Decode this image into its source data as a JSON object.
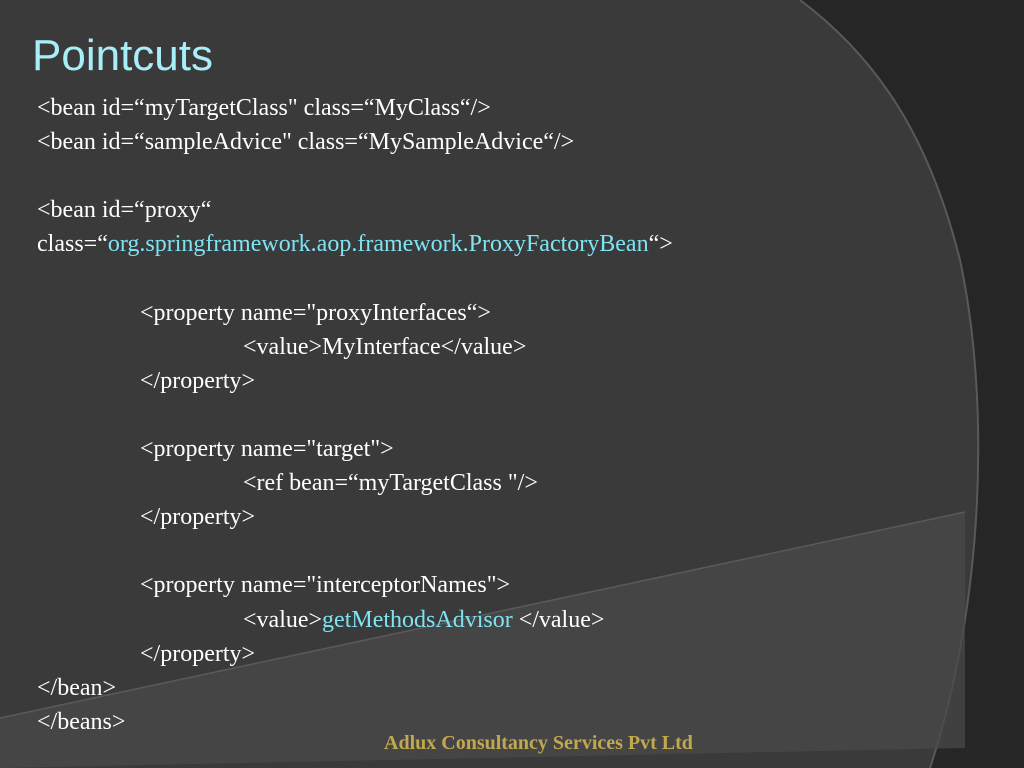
{
  "slide": {
    "title": "Pointcuts",
    "footer": "Adlux Consultancy Services Pvt Ltd"
  },
  "code": {
    "line1": "<bean id=“myTargetClass\" class=“MyClass“/>",
    "line2": "<bean id=“sampleAdvice\" class=“MySampleAdvice“/>",
    "line3": "<bean id=“proxy“",
    "line4_prefix": "class=“",
    "line4_class": "org.springframework.aop.framework.ProxyFactoryBean",
    "line4_suffix": "“>",
    "line5": "<property name=\"proxyInterfaces“>",
    "line6": "<value>MyInterface</value>",
    "line7": "</property>",
    "line8": "<property name=\"target\">",
    "line9": "<ref bean=“myTargetClass \"/>",
    "line10": "</property>",
    "line11": "<property name=\"interceptorNames\">",
    "line12_prefix": "<value>",
    "line12_value": "getMethodsAdvisor",
    "line12_suffix": " </value>",
    "line13": "</property>",
    "line14": "</bean>",
    "line15": "</beans>"
  },
  "colors": {
    "background": "#3a3a3a",
    "title": "#a8eef8",
    "code_text": "#ffffff",
    "highlight": "#7fe3f2",
    "footer": "#c2a84e"
  }
}
